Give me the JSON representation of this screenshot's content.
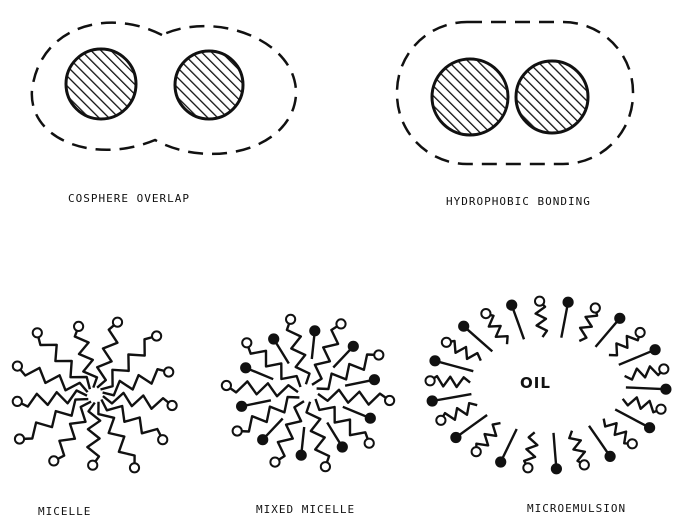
{
  "labels": {
    "cosphere_overlap": "COSPHERE OVERLAP",
    "hydrophobic_bonding": "HYDROPHOBIC BONDING",
    "micelle": "MICELLE",
    "mixed_micelle": "MIXED MICELLE",
    "microemulsion": "MICROEMULSION",
    "oil": "OIL"
  },
  "colors": {
    "ink": "#111111",
    "background": "#ffffff"
  }
}
